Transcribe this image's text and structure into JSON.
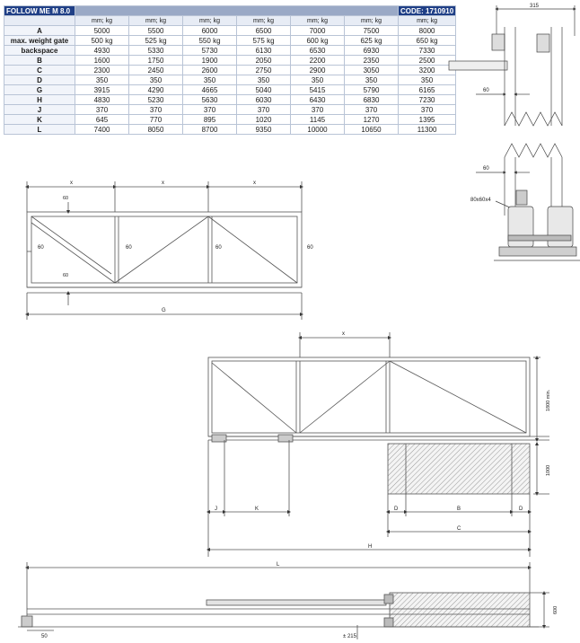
{
  "table": {
    "title": "FOLLOW ME M 8.0",
    "code": "CODE: 1710910",
    "unit_label": "mm; kg",
    "rows": [
      {
        "label": "A",
        "values": [
          "5000",
          "5500",
          "6000",
          "6500",
          "7000",
          "7500",
          "8000"
        ]
      },
      {
        "label": "max. weight gate",
        "values": [
          "500",
          "525",
          "550",
          "575",
          "600",
          "625",
          "650"
        ],
        "unit": "kg"
      },
      {
        "label": "backspace",
        "values": [
          "4930",
          "5330",
          "5730",
          "6130",
          "6530",
          "6930",
          "7330"
        ]
      },
      {
        "label": "B",
        "values": [
          "1600",
          "1750",
          "1900",
          "2050",
          "2200",
          "2350",
          "2500"
        ]
      },
      {
        "label": "C",
        "values": [
          "2300",
          "2450",
          "2600",
          "2750",
          "2900",
          "3050",
          "3200"
        ]
      },
      {
        "label": "D",
        "values": [
          "350",
          "350",
          "350",
          "350",
          "350",
          "350",
          "350"
        ]
      },
      {
        "label": "G",
        "values": [
          "3915",
          "4290",
          "4665",
          "5040",
          "5415",
          "5790",
          "6165"
        ]
      },
      {
        "label": "H",
        "values": [
          "4830",
          "5230",
          "5630",
          "6030",
          "6430",
          "6830",
          "7230"
        ]
      },
      {
        "label": "J",
        "values": [
          "370",
          "370",
          "370",
          "370",
          "370",
          "370",
          "370"
        ]
      },
      {
        "label": "K",
        "values": [
          "645",
          "770",
          "895",
          "1020",
          "1145",
          "1270",
          "1395"
        ]
      },
      {
        "label": "L",
        "values": [
          "7400",
          "8050",
          "8700",
          "9350",
          "10000",
          "10650",
          "11300"
        ]
      }
    ]
  },
  "labels": {
    "d315": "315",
    "d60a": "60",
    "d60b": "60",
    "profile": "80x60x4",
    "x1": "x",
    "x2": "x",
    "x3": "x",
    "x4": "x",
    "v60top": "60",
    "v60bot": "60",
    "h60l": "60",
    "h60m": "60",
    "h60r": "60",
    "h60rr": "60",
    "G": "G",
    "h1800": "1800 min.",
    "h1000": "1000",
    "J": "J",
    "K": "K",
    "D1": "D",
    "B": "B",
    "D2": "D",
    "C": "C",
    "H": "H",
    "L": "L",
    "d50": "50",
    "d215": "± 215",
    "d600": "600"
  }
}
